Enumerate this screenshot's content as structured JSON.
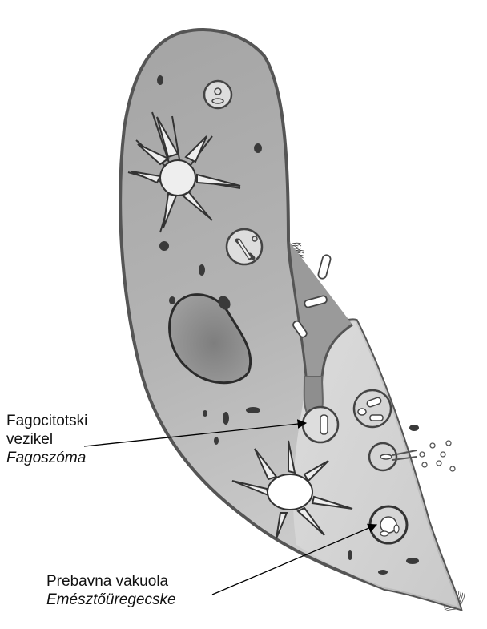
{
  "labels": {
    "phagocytic_vesicle": {
      "line1": "Fagocitotski",
      "line2": "vezikel",
      "line3": "Fagoszóma"
    },
    "digestive_vacuole": {
      "line1": "Prebavna vakuola",
      "line2": "Emésztőüregecske"
    }
  },
  "colors": {
    "body_upper": "#a9a9a9",
    "body_lower": "#c9c9c9",
    "body_outline": "#555555",
    "cilia": "#444444",
    "organelle_fill": "#eeeeee",
    "macronucleus": "#8d8d8d",
    "granule": "#3a3a3a",
    "arrow": "#000000"
  }
}
